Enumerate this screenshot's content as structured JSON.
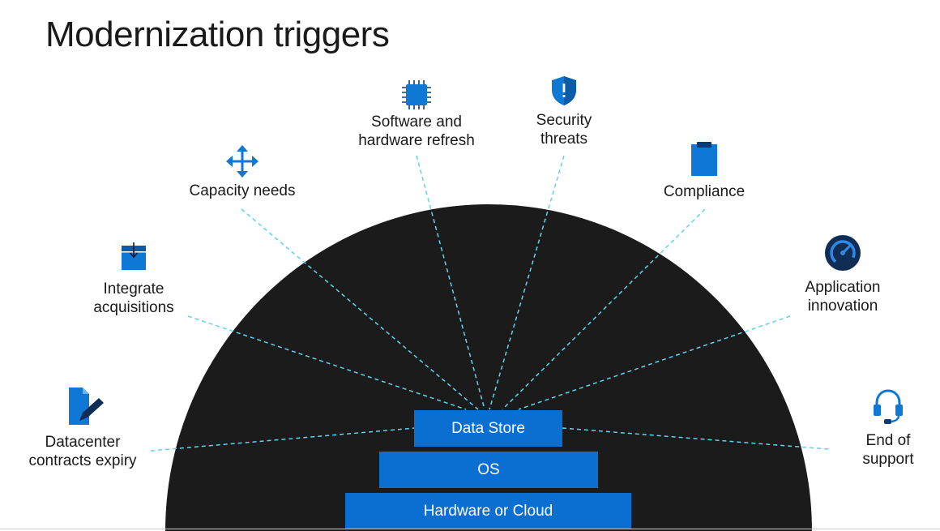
{
  "title": "Modernization triggers",
  "stack": {
    "top": "Data Store",
    "middle": "OS",
    "bottom": "Hardware or Cloud"
  },
  "triggers": {
    "datacenter": [
      "Datacenter",
      "contracts expiry"
    ],
    "acquisitions": [
      "Integrate",
      "acquisitions"
    ],
    "capacity": [
      "Capacity needs"
    ],
    "refresh": [
      "Software and",
      "hardware refresh"
    ],
    "security": [
      "Security",
      "threats"
    ],
    "compliance": [
      "Compliance"
    ],
    "innovation": [
      "Application",
      "innovation"
    ],
    "support": [
      "End of",
      "support"
    ]
  },
  "icons": {
    "datacenter": "document-edit-icon",
    "acquisitions": "calendar-download-icon",
    "capacity": "expand-arrows-icon",
    "refresh": "cpu-chip-icon",
    "security": "shield-icon",
    "compliance": "clipboard-icon",
    "innovation": "speedometer-icon",
    "support": "headset-icon"
  },
  "colors": {
    "accent": "#0b6fd1",
    "dome": "#1b1b1b",
    "connector": "#5fd3ee",
    "text": "#1a1a1a"
  }
}
